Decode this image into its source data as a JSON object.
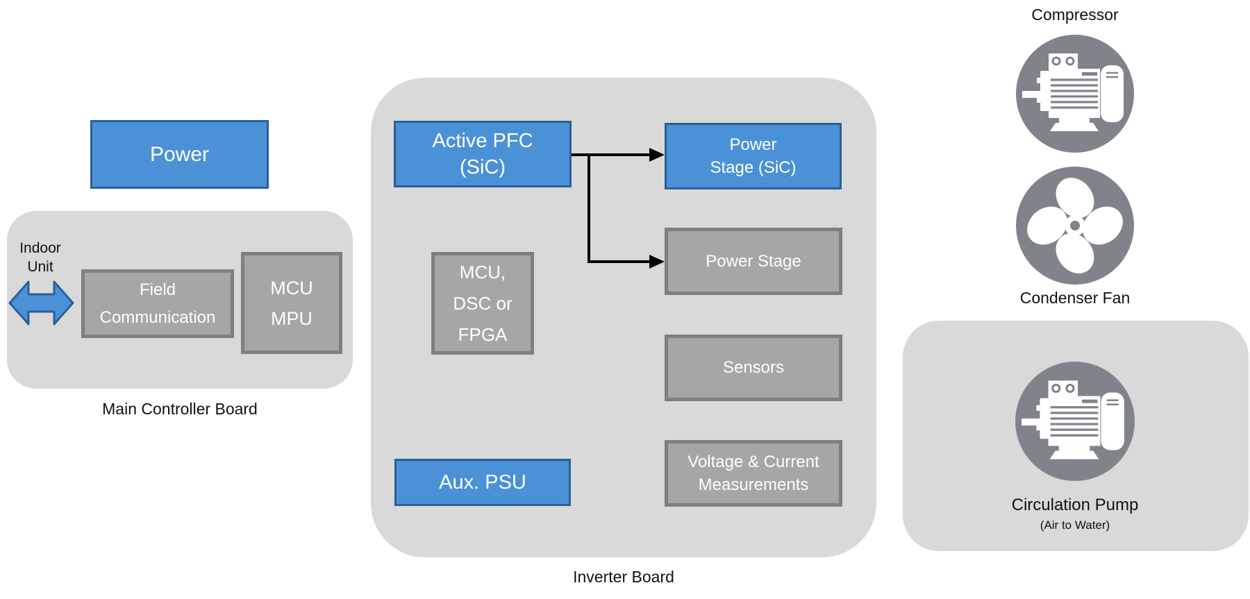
{
  "labels": {
    "compressor": "Compressor",
    "condenser_fan": "Condenser Fan",
    "circulation_pump": "Circulation Pump",
    "circulation_pump_sub": "(Air to Water)",
    "main_controller_board": "Main Controller Board",
    "inverter_board": "Inverter Board",
    "indoor_unit_line1": "Indoor",
    "indoor_unit_line2": "Unit"
  },
  "boxes": {
    "power": "Power",
    "field_communication": {
      "line1": "Field",
      "line2": "Communication"
    },
    "mcu_mpu": {
      "line1": "MCU",
      "line2": "MPU"
    },
    "active_pfc": {
      "line1": "Active PFC",
      "line2": "(SiC)"
    },
    "mcu_dsc_fpga": {
      "line1": "MCU,",
      "line2": "DSC or",
      "line3": "FPGA"
    },
    "aux_psu": "Aux. PSU",
    "power_stage_sic": {
      "line1": "Power",
      "line2": "Stage (SiC)"
    },
    "power_stage": "Power Stage",
    "sensors": "Sensors",
    "voltage_current": {
      "line1": "Voltage & Current",
      "line2": "Measurements"
    }
  },
  "icons": {
    "compressor": "motor-icon",
    "condenser_fan": "fan-icon",
    "circulation_pump": "motor-icon",
    "indoor_unit": "double-arrow-icon"
  },
  "connections": [
    {
      "from": "active_pfc",
      "to": "power_stage_sic",
      "style": "arrow"
    },
    {
      "from": "active_pfc",
      "to": "power_stage",
      "style": "arrow"
    }
  ],
  "colors": {
    "box_blue": "#4A91D8",
    "box_blue_border": "#2A5F93",
    "box_gray": "#A6A6A6",
    "box_gray_border": "#7F7F7F",
    "container_gray": "#D9D9D9",
    "icon_gray": "#808389",
    "arrow_black": "#000000",
    "text_on_box": "#FFFFFF",
    "text_label": "#111111"
  }
}
